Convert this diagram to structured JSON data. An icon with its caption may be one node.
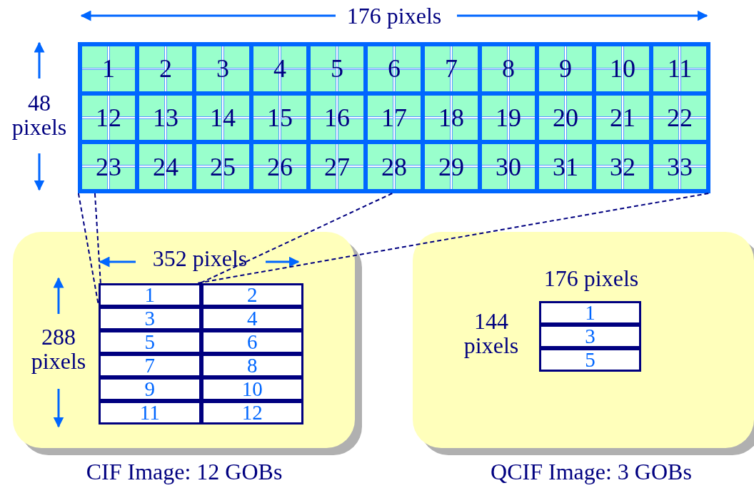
{
  "diagram": {
    "nodes": [
      {
        "text": [],
        "shape": "box"
      },
      {
        "text": [
          "1"
        ],
        "in": 0
      },
      {
        "text": [
          "2"
        ],
        "in": 0
      },
      {
        "text": [
          "3"
        ],
        "in": 0
      },
      {
        "text": [
          "4"
        ],
        "in": 0
      },
      {
        "text": [
          "5"
        ],
        "in": 0
      },
      {
        "text": [
          "6"
        ],
        "in": 0
      },
      {
        "text": [
          "7"
        ],
        "in": 0
      },
      {
        "text": [
          "8"
        ],
        "in": 0
      },
      {
        "text": [
          "9"
        ],
        "in": 0
      },
      {
        "text": [
          "10"
        ],
        "in": 0
      },
      {
        "text": [
          "11"
        ],
        "in": 0
      },
      {
        "text": [
          "12"
        ],
        "in": 0
      },
      {
        "text": [
          "13"
        ],
        "in": 0
      },
      {
        "text": [
          "14"
        ],
        "in": 0
      },
      {
        "text": [
          "15"
        ],
        "in": 0
      },
      {
        "text": [
          "16"
        ],
        "in": 0
      },
      {
        "text": [
          "17"
        ],
        "in": 0
      },
      {
        "text": [
          "18"
        ],
        "in": 0
      },
      {
        "text": [
          "19"
        ],
        "in": 0
      },
      {
        "text": [
          "20"
        ],
        "in": 0
      },
      {
        "text": [
          "21"
        ],
        "in": 0
      },
      {
        "text": [
          "22"
        ],
        "in": 0
      },
      {
        "text": [
          "23"
        ],
        "in": 0
      },
      {
        "text": [
          "24"
        ],
        "in": 0
      },
      {
        "text": [
          "25"
        ],
        "in": 0
      },
      {
        "text": [
          "26"
        ],
        "in": 0
      },
      {
        "text": [
          "27"
        ],
        "in": 0
      },
      {
        "text": [
          "28"
        ],
        "in": 0
      },
      {
        "text": [
          "29"
        ],
        "in": 0
      },
      {
        "text": [
          "30"
        ],
        "in": 0
      },
      {
        "text": [
          "31"
        ],
        "in": 0
      },
      {
        "text": [
          "32"
        ],
        "in": 0
      },
      {
        "text": [
          "33"
        ],
        "in": 0
      },
      {
        "text": [
          "CIF Image: 12 GOBs"
        ]
      },
      {
        "text": [
          "1"
        ],
        "in": 34
      },
      {
        "text": [
          "2"
        ],
        "in": 34
      },
      {
        "text": [
          "3"
        ],
        "in": 34
      },
      {
        "text": [
          "4"
        ],
        "in": 34
      },
      {
        "text": [
          "5"
        ],
        "in": 34
      },
      {
        "text": [
          "6"
        ],
        "in": 34
      },
      {
        "text": [
          "7"
        ],
        "in": 34
      },
      {
        "text": [
          "8"
        ],
        "in": 34
      },
      {
        "text": [
          "9"
        ],
        "in": 34
      },
      {
        "text": [
          "10"
        ],
        "in": 34
      },
      {
        "text": [
          "11"
        ],
        "in": 34
      },
      {
        "text": [
          "12"
        ],
        "in": 34
      },
      {
        "text": [
          "QCIF Image: 3 GOBs"
        ]
      },
      {
        "text": [
          "1"
        ],
        "in": 47
      },
      {
        "text": [
          "3"
        ],
        "in": 47
      },
      {
        "text": [
          "5"
        ],
        "in": 47
      }
    ],
    "edges": [
      {
        "from": 0,
        "to": 35,
        "arrow": "none",
        "style": "dashed"
      },
      {
        "from": 0,
        "to": 35,
        "arrow": "none",
        "style": "dashed"
      },
      {
        "from": 0,
        "to": 35,
        "arrow": "none",
        "style": "dashed"
      },
      {
        "from": 0,
        "to": 35,
        "arrow": "none",
        "style": "dashed"
      }
    ],
    "labels": [
      "176 pixels",
      "48 pixels",
      "352 pixels",
      "288 pixels",
      "176 pixels",
      "144 pixels"
    ]
  }
}
